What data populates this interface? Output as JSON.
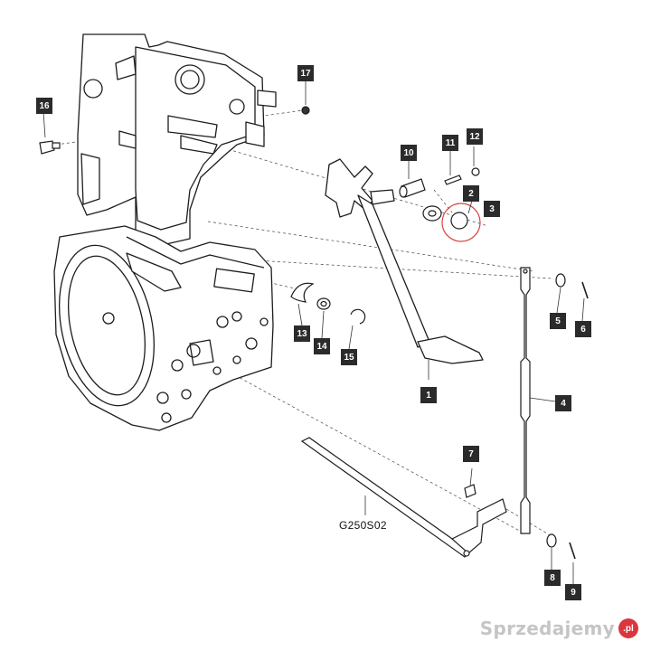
{
  "diagram": {
    "reference_code": "G250S02",
    "callouts": [
      "1",
      "2",
      "3",
      "4",
      "5",
      "6",
      "7",
      "8",
      "9",
      "10",
      "11",
      "12",
      "13",
      "14",
      "15",
      "16",
      "17"
    ],
    "watermark": {
      "text": "Sprzedajemy",
      "badge": ".pl",
      "badge_color": "#d9363e"
    },
    "colors": {
      "line": "#222222",
      "callout_bg": "#2b2b2b",
      "callout_text": "#ffffff",
      "highlight": "#d94040"
    }
  }
}
